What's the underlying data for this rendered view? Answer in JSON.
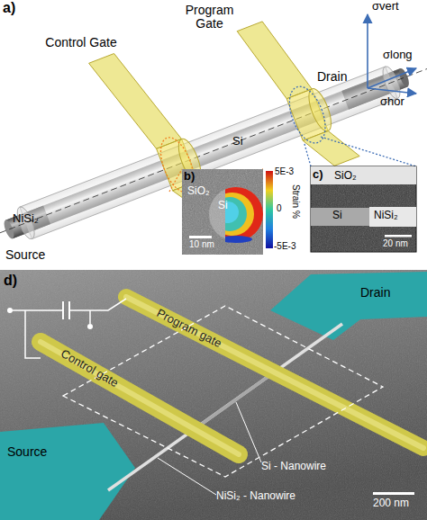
{
  "diagram": {
    "nodes": [
      {
        "text": [
          "a)"
        ]
      },
      {
        "text": [
          "b)",
          "SiO₂",
          "Si",
          "10 nm"
        ],
        "in": 0
      },
      {
        "text": [
          "c)",
          "SiO₂",
          "Si",
          "NiSi₂",
          "20 nm"
        ],
        "in": 0
      },
      {
        "text": [
          "d)"
        ]
      }
    ],
    "labels": [
      "Control Gate",
      "Program Gate",
      "Drain",
      "σvert",
      "σlong",
      "σhor",
      "NiSi₂",
      "Si",
      "Source",
      "5E-3",
      "Strain %",
      "0",
      "-5E-3",
      "Drain",
      "Program gate",
      "Control gate",
      "Si - Nanowire",
      "NiSi₂ - Nanowire",
      "Source",
      "200 nm"
    ]
  }
}
